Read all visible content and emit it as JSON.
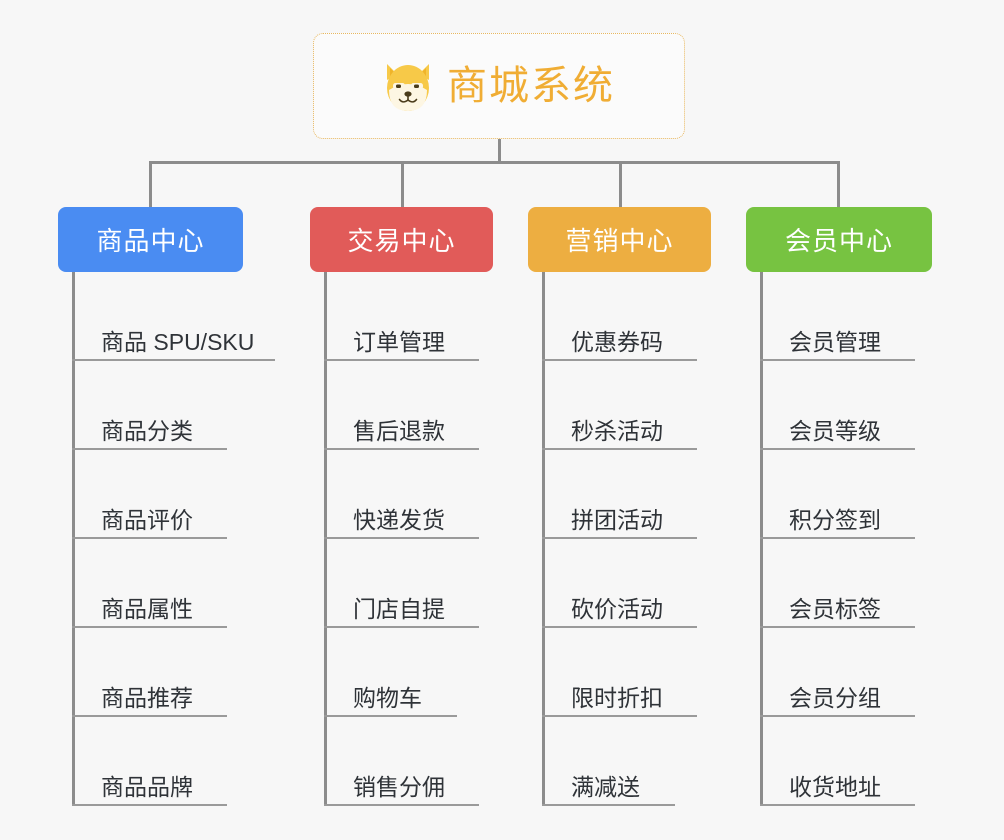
{
  "diagram": {
    "type": "mind-map",
    "background_color": "#f7f7f7",
    "connector_color": "#8c8c8c",
    "root": {
      "label": "商城系统",
      "icon": "shiba-dog-icon",
      "text_color": "#f0ad34",
      "border_color": "#e8b860",
      "background_color": "#fbfbfb"
    },
    "branches": [
      {
        "id": "product-center",
        "label": "商品中心",
        "color": "#4a8cf2",
        "items": [
          {
            "label": "商品 SPU/SKU"
          },
          {
            "label": "商品分类"
          },
          {
            "label": "商品评价"
          },
          {
            "label": "商品属性"
          },
          {
            "label": "商品推荐"
          },
          {
            "label": "商品品牌"
          }
        ]
      },
      {
        "id": "trade-center",
        "label": "交易中心",
        "color": "#e15b59",
        "items": [
          {
            "label": "订单管理"
          },
          {
            "label": "售后退款"
          },
          {
            "label": "快递发货"
          },
          {
            "label": "门店自提"
          },
          {
            "label": "购物车"
          },
          {
            "label": "销售分佣"
          }
        ]
      },
      {
        "id": "marketing-center",
        "label": "营销中心",
        "color": "#edae41",
        "items": [
          {
            "label": "优惠券码"
          },
          {
            "label": "秒杀活动"
          },
          {
            "label": "拼团活动"
          },
          {
            "label": "砍价活动"
          },
          {
            "label": "限时折扣"
          },
          {
            "label": "满减送"
          }
        ]
      },
      {
        "id": "member-center",
        "label": "会员中心",
        "color": "#77c341",
        "items": [
          {
            "label": "会员管理"
          },
          {
            "label": "会员等级"
          },
          {
            "label": "积分签到"
          },
          {
            "label": "会员标签"
          },
          {
            "label": "会员分组"
          },
          {
            "label": "收货地址"
          }
        ]
      }
    ]
  }
}
